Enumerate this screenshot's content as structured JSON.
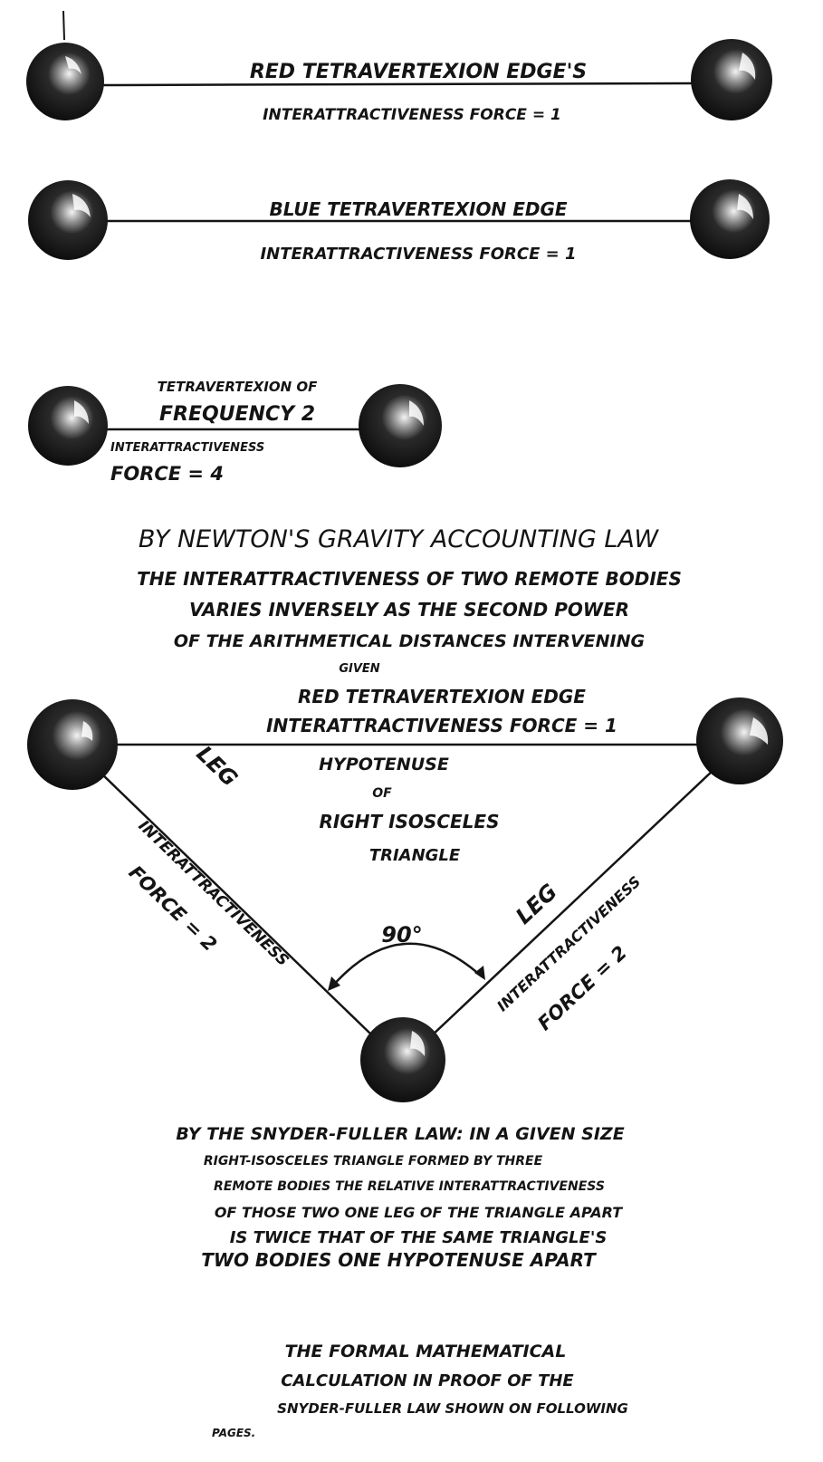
{
  "edges": [
    {
      "title": "RED TETRAVERTEXION EDGE'S",
      "force": "INTERATTRACTIVENESS FORCE = 1"
    },
    {
      "title": "BLUE TETRAVERTEXION EDGE",
      "force": "INTERATTRACTIVENESS FORCE = 1"
    }
  ],
  "frequency_two": {
    "title_line1": "TETRAVERTEXION OF",
    "title_line2": "FREQUENCY 2",
    "force_line1": "INTERATTRACTIVENESS",
    "force_line2": "FORCE = 4"
  },
  "newton": {
    "heading": "BY NEWTON'S GRAVITY ACCOUNTING LAW",
    "lines": [
      "THE INTERATTRACTIVENESS OF TWO REMOTE BODIES",
      "VARIES INVERSELY AS THE SECOND POWER",
      "OF THE ARITHMETICAL DISTANCES INTERVENING"
    ],
    "given": "GIVEN"
  },
  "triangle": {
    "hyp_label_line1": "RED TETRAVERTEXION EDGE",
    "hyp_label_line2": "INTERATTRACTIVENESS FORCE = 1",
    "center_lines": [
      "HYPOTENUSE",
      "OF",
      "RIGHT ISOSCELES",
      "TRIANGLE"
    ],
    "angle": "90°",
    "left_leg": {
      "leg": "LEG",
      "force_line1": "INTERATTRACTIVENESS",
      "force_line2": "FORCE = 2"
    },
    "right_leg": {
      "leg": "LEG",
      "force_line1": "INTERATTRACTIVENESS",
      "force_line2": "FORCE = 2"
    }
  },
  "snyder": {
    "lines": [
      "BY THE SNYDER-FULLER LAW: IN A GIVEN SIZE",
      "RIGHT-ISOSCELES TRIANGLE FORMED BY THREE",
      "REMOTE BODIES THE RELATIVE INTERATTRACTIVENESS",
      "OF THOSE TWO ONE LEG OF THE TRIANGLE APART",
      "IS TWICE THAT OF THE SAME TRIANGLE'S",
      "TWO BODIES ONE HYPOTENUSE APART"
    ]
  },
  "footer": {
    "lines": [
      "THE FORMAL MATHEMATICAL",
      "CALCULATION IN PROOF OF THE",
      "SNYDER-FULLER LAW SHOWN ON FOLLOWING",
      "PAGES."
    ]
  }
}
